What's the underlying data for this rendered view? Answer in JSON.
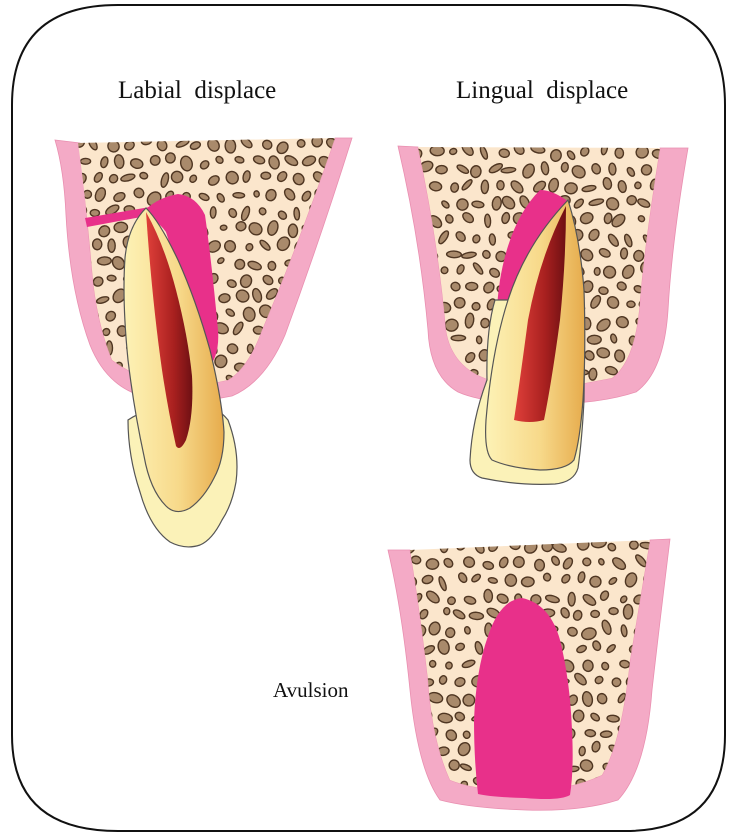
{
  "captions": {
    "labial": "Labial  displace",
    "lingual": "Lingual  displace",
    "avulsion": "Avulsion"
  },
  "colors": {
    "gingiva": "#f4aac6",
    "bone": "#fbe6cc",
    "trabecula_fill": "#a98a6b",
    "trabecula_stroke": "#4f3622",
    "blood_clot": "#e8308a",
    "enamel": "#fbf2b8",
    "dentin_light": "#fdf0b0",
    "dentin_dark": "#e9b354",
    "pulp_light": "#d3322e",
    "pulp_dark": "#7c1417",
    "frame": "#111111"
  },
  "panels": [
    {
      "id": "labial",
      "label_key": "captions.labial"
    },
    {
      "id": "lingual",
      "label_key": "captions.lingual"
    },
    {
      "id": "avulsion",
      "label_key": "captions.avulsion"
    }
  ]
}
